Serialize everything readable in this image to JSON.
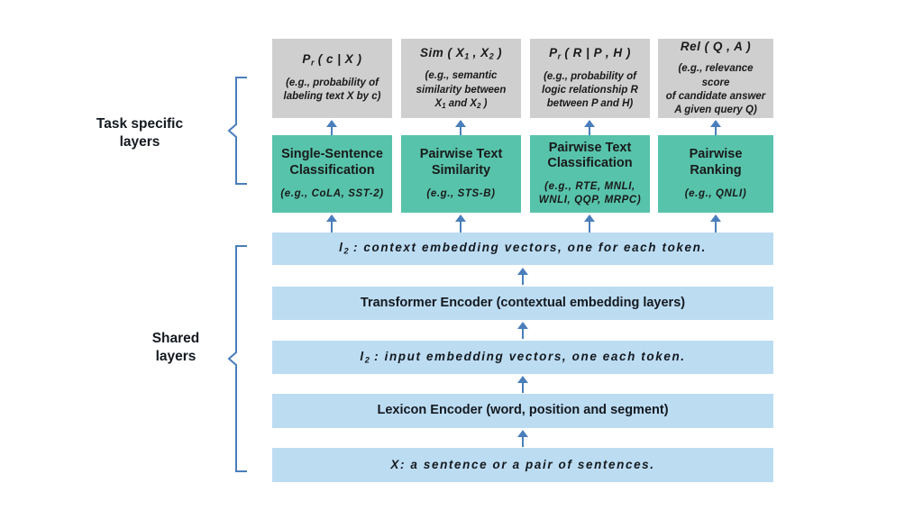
{
  "diagram": {
    "title": "MT-DNN multi-task model architecture",
    "colors": {
      "grey_box": "#cfcfcf",
      "green_box": "#57c3ab",
      "blue_bar": "#bcdcf2",
      "arrow": "#4a7ebb",
      "text": "#14191f",
      "background": "#ffffff"
    },
    "side_labels": [
      {
        "id": "task-specific",
        "text": "Task specific\nlayers"
      },
      {
        "id": "shared",
        "text": "Shared\nlayers"
      }
    ],
    "outputs": [
      {
        "id": "output-single-sentence",
        "title": "P r ( c | X )",
        "title_html": "P<sub>r</sub> ( c | X )",
        "description": "(e.g., probability of labeling text X by c)",
        "description_lines": [
          "(e.g., probability of",
          "labeling text X by c)"
        ]
      },
      {
        "id": "output-similarity",
        "title": "Sim ( X1 , X2 )",
        "title_html": "Sim ( X<sub>1</sub> , X<sub>2</sub> )",
        "description": "(e.g., semantic similarity between X1 and X2 )",
        "description_lines": [
          "(e.g., semantic",
          "similarity between",
          "X<sub>1</sub> and X<sub>2</sub> )"
        ]
      },
      {
        "id": "output-pairwise-classification",
        "title": "P r ( R | P , H )",
        "title_html": "P<sub>r</sub> ( R | P , H )",
        "description": "(e.g., probability of logic relationship R between P and H)",
        "description_lines": [
          "(e.g., probability of",
          "logic relationship R",
          "between P and H)"
        ]
      },
      {
        "id": "output-ranking",
        "title": "Rel ( Q , A )",
        "title_html": "Rel ( Q , A )",
        "description": "(e.g., relevance score of candidate answer A given query Q)",
        "description_lines": [
          "(e.g., relevance score",
          "of candidate answer",
          "A given query Q)"
        ]
      }
    ],
    "task_layers": [
      {
        "id": "task-single-sentence-classification",
        "title": "Single-Sentence Classification",
        "title_lines": [
          "Single-Sentence",
          "Classification"
        ],
        "datasets": "(e.g., CoLA, SST-2)"
      },
      {
        "id": "task-pairwise-text-similarity",
        "title": "Pairwise Text Similarity",
        "title_lines": [
          "Pairwise Text",
          "Similarity"
        ],
        "datasets": "(e.g., STS-B)"
      },
      {
        "id": "task-pairwise-text-classification",
        "title": "Pairwise Text Classification",
        "title_lines": [
          "Pairwise Text",
          "Classification"
        ],
        "datasets": "(e.g., RTE, MNLI, WNLI, QQP, MRPC)",
        "datasets_lines": [
          "(e.g., RTE, MNLI,",
          "WNLI, QQP, MRPC)"
        ]
      },
      {
        "id": "task-pairwise-ranking",
        "title": "Pairwise Ranking",
        "title_lines": [
          "Pairwise",
          "Ranking"
        ],
        "datasets": "(e.g., QNLI)"
      }
    ],
    "shared_layers": [
      {
        "id": "shared-context-embedding",
        "label": "l2 : context embedding vectors, one for each token.",
        "label_html": "<i>l</i><sub>2</sub> : context embedding vectors, one for each token.",
        "style": "italic"
      },
      {
        "id": "shared-transformer-encoder",
        "label": "Transformer Encoder (contextual embedding layers)",
        "label_html": "Transformer Encoder (contextual embedding layers)",
        "style": "bold"
      },
      {
        "id": "shared-input-embedding",
        "label": "l2 : input embedding vectors, one each token.",
        "label_html": "<i>l</i><sub>2</sub> : input embedding vectors, one each token.",
        "style": "italic"
      },
      {
        "id": "shared-lexicon-encoder",
        "label": "Lexicon Encoder (word, position and segment)",
        "label_html": "Lexicon Encoder (word, position and segment)",
        "style": "bold"
      },
      {
        "id": "shared-input-sentence",
        "label": "X: a sentence or a pair of sentences.",
        "label_html": "<i>X</i>: a sentence or a pair of sentences.",
        "style": "italic"
      }
    ]
  }
}
